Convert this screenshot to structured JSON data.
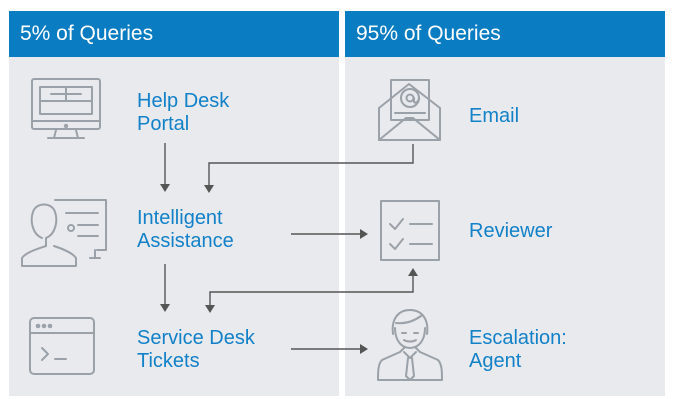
{
  "panels": {
    "left": {
      "header": "5% of Queries"
    },
    "right": {
      "header": "95% of Queries"
    }
  },
  "nodes": {
    "help_desk_portal": {
      "line1": "Help Desk",
      "line2": "Portal",
      "icon": "monitor-icon"
    },
    "intelligent_assistance": {
      "line1": "Intelligent",
      "line2": "Assistance",
      "icon": "user-profile-card-icon"
    },
    "service_desk_tickets": {
      "line1": "Service Desk",
      "line2": "Tickets",
      "icon": "terminal-window-icon"
    },
    "email": {
      "line1": "Email",
      "icon": "envelope-at-icon"
    },
    "reviewer": {
      "line1": "Reviewer",
      "icon": "checklist-icon"
    },
    "escalation_agent": {
      "line1": "Escalation:",
      "line2": "Agent",
      "icon": "agent-person-icon"
    }
  },
  "colors": {
    "header_bg": "#0a7dc2",
    "panel_bg": "#e8eaee",
    "label": "#1281c8",
    "icon": "#9ba1a8",
    "connector": "#555555"
  }
}
